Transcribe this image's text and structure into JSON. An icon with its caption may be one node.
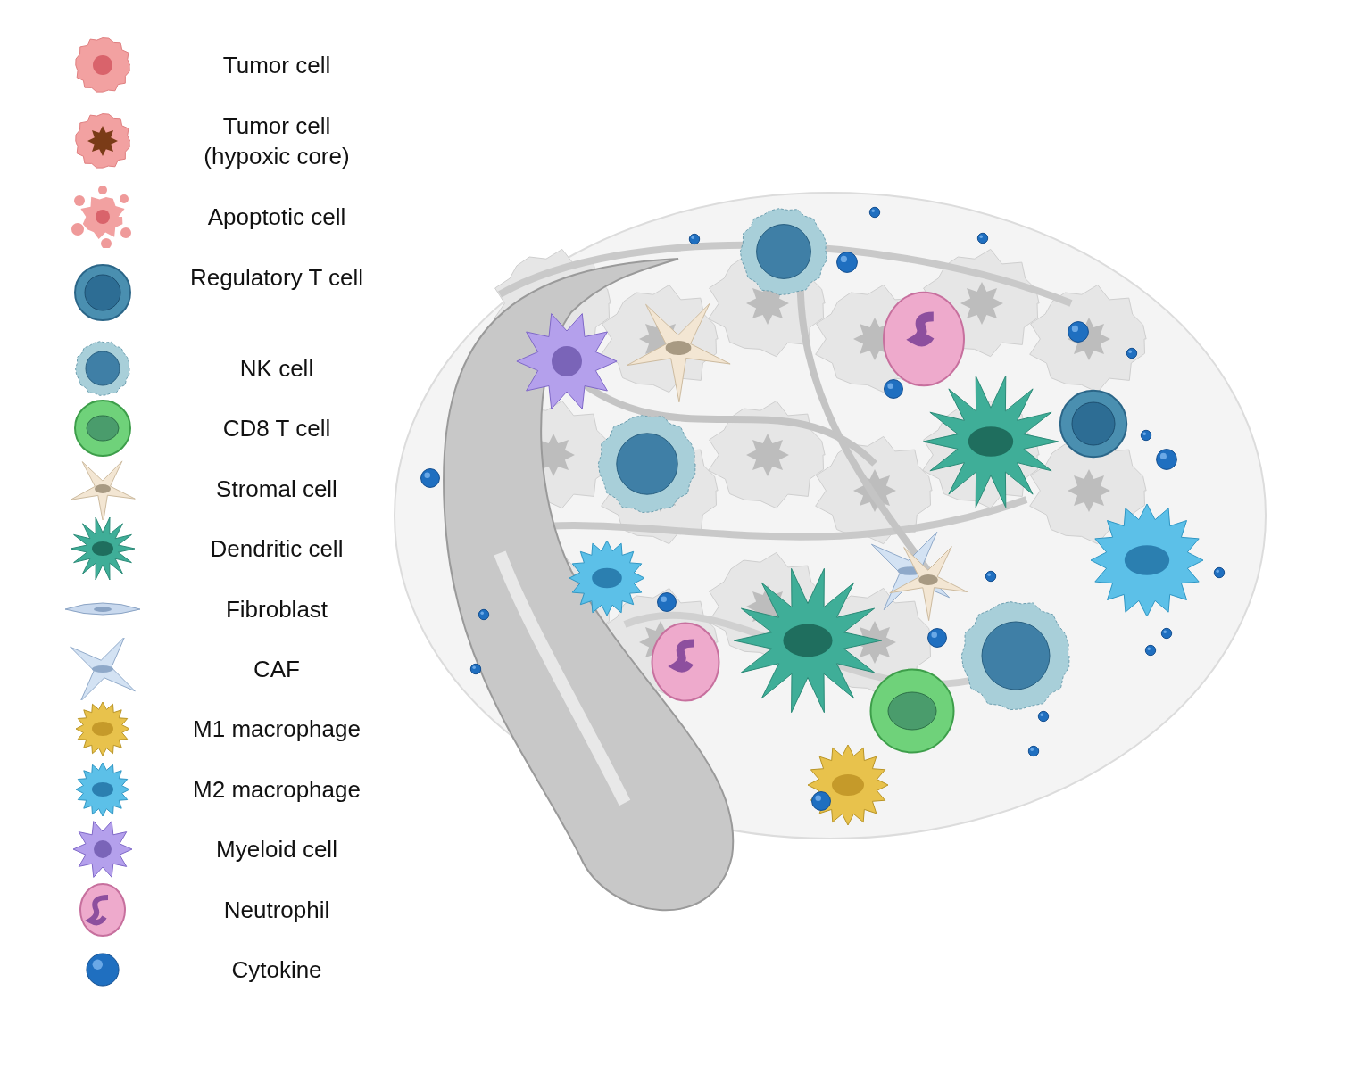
{
  "diagram": {
    "legend": [
      {
        "text": "Tumor cell"
      },
      {
        "text": "Tumor cell (hypoxic core)"
      },
      {
        "text": "Apoptotic cell"
      },
      {
        "text": "Regulatory T cell"
      },
      {
        "text": "NK cell"
      },
      {
        "text": "CD8 T cell"
      },
      {
        "text": "Stromal cell"
      },
      {
        "text": "Dendritic cell"
      },
      {
        "text": "Fibroblast"
      },
      {
        "text": "CAF"
      },
      {
        "text": "M1 macrophage"
      },
      {
        "text": "M2 macrophage"
      },
      {
        "text": "Myeloid cell"
      },
      {
        "text": "Neutrophil"
      },
      {
        "text": "Cytokine"
      }
    ]
  }
}
